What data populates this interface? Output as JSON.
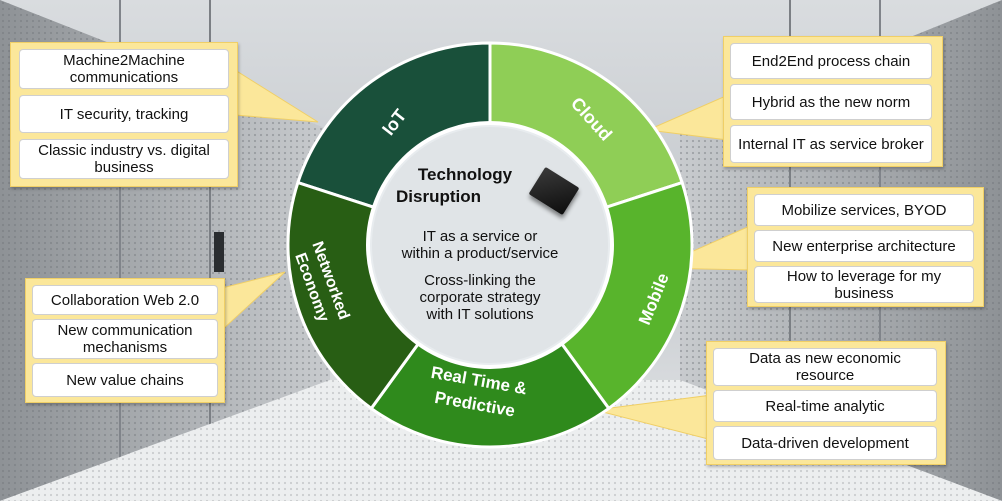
{
  "center": {
    "title_line1": "Technology",
    "title_line2": "Disruption",
    "text1_line1": "IT as a service or",
    "text1_line2": "within a product/service",
    "text2_line1": "Cross-linking the",
    "text2_line2": "corporate strategy",
    "text2_line3": "with IT solutions"
  },
  "segments": {
    "iot": "IoT",
    "cloud": "Cloud",
    "mobile": "Mobile",
    "realtime_line1": "Real Time &",
    "realtime_line2": "Predictive",
    "networked_line1": "Networked",
    "networked_line2": "Economy"
  },
  "callouts": {
    "iot": [
      "Machine2Machine communications",
      "IT security, tracking",
      "Classic industry vs. digital business"
    ],
    "cloud": [
      "End2End process chain",
      "Hybrid as the new norm",
      "Internal IT as service broker"
    ],
    "mobile": [
      "Mobilize services, BYOD",
      "New enterprise architecture",
      "How to leverage for my business"
    ],
    "networked": [
      "Collaboration Web 2.0",
      "New communication mechanisms",
      "New value chains"
    ],
    "realtime": [
      "Data as new economic resource",
      "Real-time analytic",
      "Data-driven development"
    ]
  },
  "colors": {
    "iot": "#19503a",
    "cloud": "#8fce56",
    "mobile": "#58b42c",
    "realtime": "#2f8a1c",
    "networked": "#285e14",
    "panel": "#fbe79a"
  }
}
